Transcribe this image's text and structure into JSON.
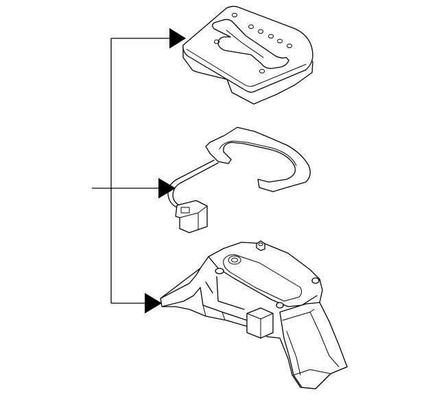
{
  "diagram": {
    "type": "exploded-parts-diagram",
    "parts": [
      {
        "id": "shift-indicator-cover",
        "icon": "shifter-top-plate-with-slot"
      },
      {
        "id": "indicator-harness",
        "icon": "light-plate-with-wire-and-connector"
      },
      {
        "id": "shifter-base-housing",
        "icon": "shifter-base-assembly"
      }
    ],
    "callout": {
      "style": "bracket-leader",
      "arrow_color": "#000000",
      "target_count": 3
    },
    "line_color": "#000000",
    "background": "#ffffff"
  }
}
